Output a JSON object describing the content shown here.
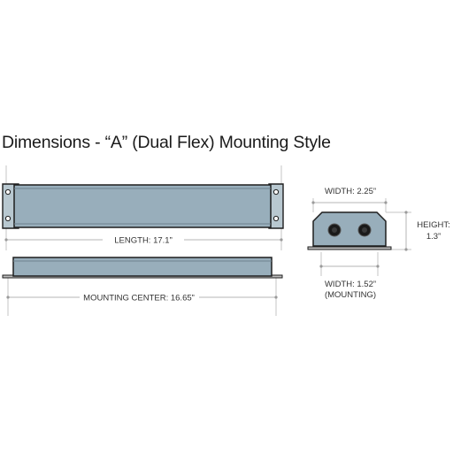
{
  "title": "Dimensions - “A” (Dual Flex) Mounting Style",
  "labels": {
    "length": "LENGTH: 17.1”",
    "mounting_center": "MOUNTING CENTER: 16.65”",
    "width_top": "WIDTH: 2.25”",
    "height_line1": "HEIGHT:",
    "height_line2": "1.3”",
    "width_mount_line1": "WIDTH: 1.52”",
    "width_mount_line2": "(MOUNTING)"
  },
  "colors": {
    "body_fill": "#98aebb",
    "outline": "#1e1e1e",
    "dimension_line": "#b4b4b4",
    "mounting_flange": "#bcbcbc"
  }
}
